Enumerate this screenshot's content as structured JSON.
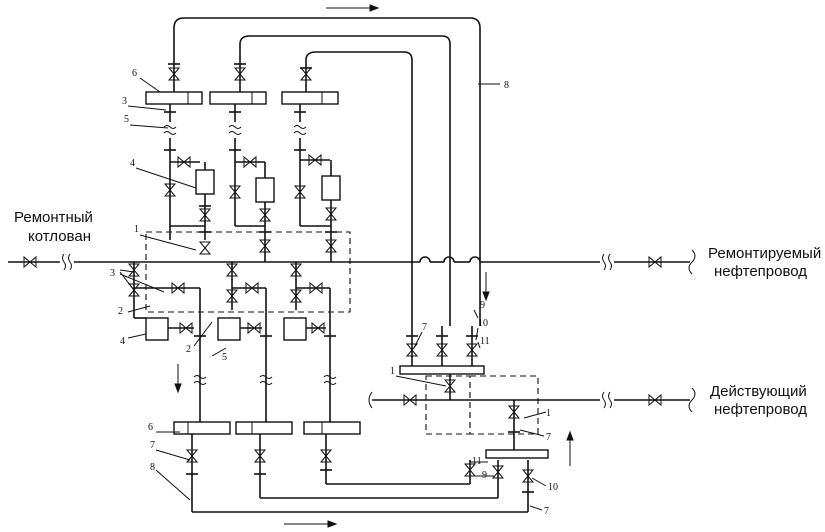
{
  "labels": {
    "pit_line1": "Ремонтный",
    "pit_line2": "котлован",
    "repaired_line1": "Ремонтируемый",
    "repaired_line2": "нефтепровод",
    "active_line1": "Действующий",
    "active_line2": "нефтепровод"
  },
  "callouts": {
    "n1": "1",
    "n2": "2",
    "n3": "3",
    "n4": "4",
    "n5": "5",
    "n6": "6",
    "n7": "7",
    "n8": "8",
    "n9": "9",
    "n10": "10",
    "n11": "11"
  }
}
